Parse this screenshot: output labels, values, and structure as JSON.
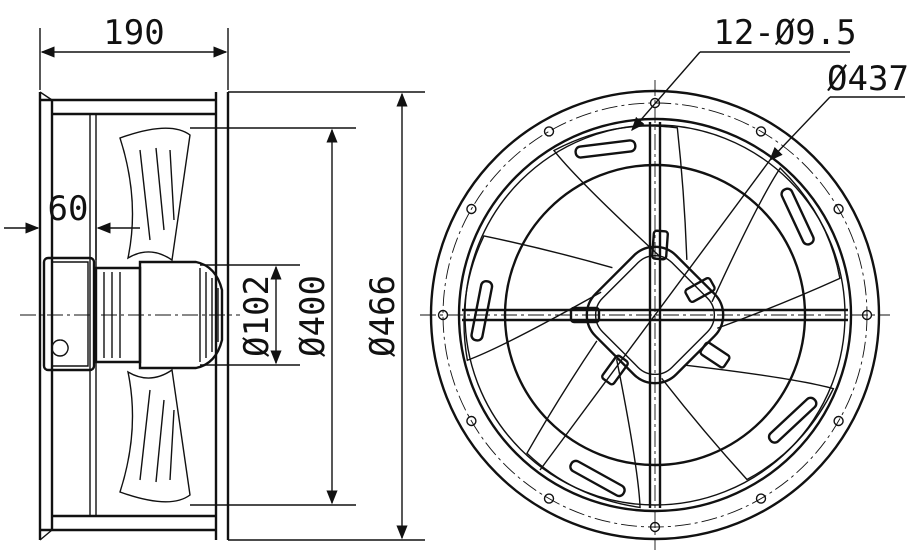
{
  "drawing": {
    "side_view": {
      "dimensions": {
        "depth": "190",
        "motor_offset": "60",
        "hub_diameter": "Ø102",
        "impeller_diameter": "Ø400",
        "housing_diameter": "Ø466"
      }
    },
    "front_view": {
      "dimensions": {
        "mounting_holes": "12-Ø9.5",
        "bolt_circle": "Ø437"
      },
      "hole_count": 12,
      "blade_count": 5
    }
  }
}
